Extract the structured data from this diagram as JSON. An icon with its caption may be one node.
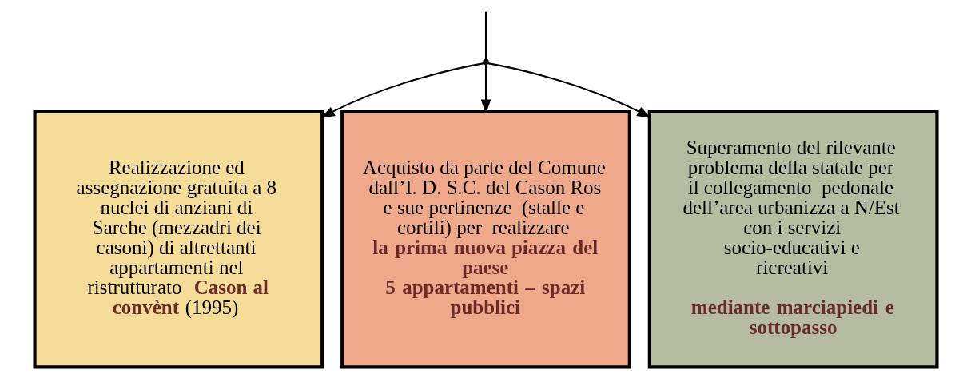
{
  "diagram": {
    "nodes": [
      {
        "text": [
          "Realizzazione ed assegnazione gratuita a 8 nuclei di anziani di Sarche (mezzadri dei casoni) di altrettanti appartamenti nel ristrutturato **Cason al convènt** (1995)"
        ]
      },
      {
        "text": [
          "Acquisto da parte del Comune dall’I. D. S.C. del Cason Ros e sue pertinenze  (stalle e cortili) per  realizzare",
          "la prima nuova piazza del paese",
          "5 appartamenti – spazi pubblici"
        ]
      },
      {
        "text": [
          "Superamento del rilevante problema della statale per il collegamento  pedonale dell’area urbanizza a N/Est con i servizi socio-educativi e ricreativi",
          "mediante marciapiedi e sottopasso"
        ]
      },
      {
        "text": [],
        "shape": "point"
      }
    ],
    "edges": [
      {
        "from": null,
        "to": 3,
        "arrow": "none"
      },
      {
        "from": 3,
        "to": 0,
        "arrow": "to"
      },
      {
        "from": 3,
        "to": 1,
        "arrow": "to"
      },
      {
        "from": 3,
        "to": 2,
        "arrow": "to"
      }
    ]
  }
}
